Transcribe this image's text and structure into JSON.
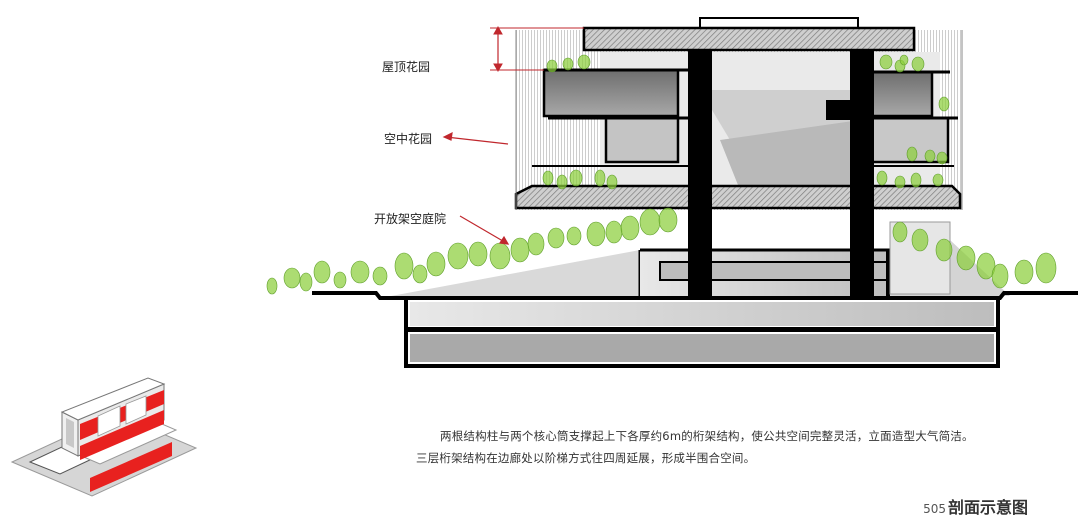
{
  "labels": {
    "roof_garden": "屋顶花园",
    "sky_garden": "空中花园",
    "open_courtyard": "开放架空庭院"
  },
  "description": {
    "line1": "两根结构柱与两个核心筒支撑起上下各厚约6m的桁架结构，使公共空间完整灵活，立面造型大气简洁。",
    "line2": "三层桁架结构在边廊处以阶梯方式往四周延展，形成半围合空间。"
  },
  "caption": {
    "number": "505",
    "title": "剖面示意图"
  },
  "colors": {
    "structure": "#000000",
    "slab_hatch": "#9a9a9a",
    "grey_mass": "#8c8c8c",
    "tree_green": "#8ccf3c",
    "annotation_red": "#c0272d",
    "model_red": "#e8211f"
  }
}
